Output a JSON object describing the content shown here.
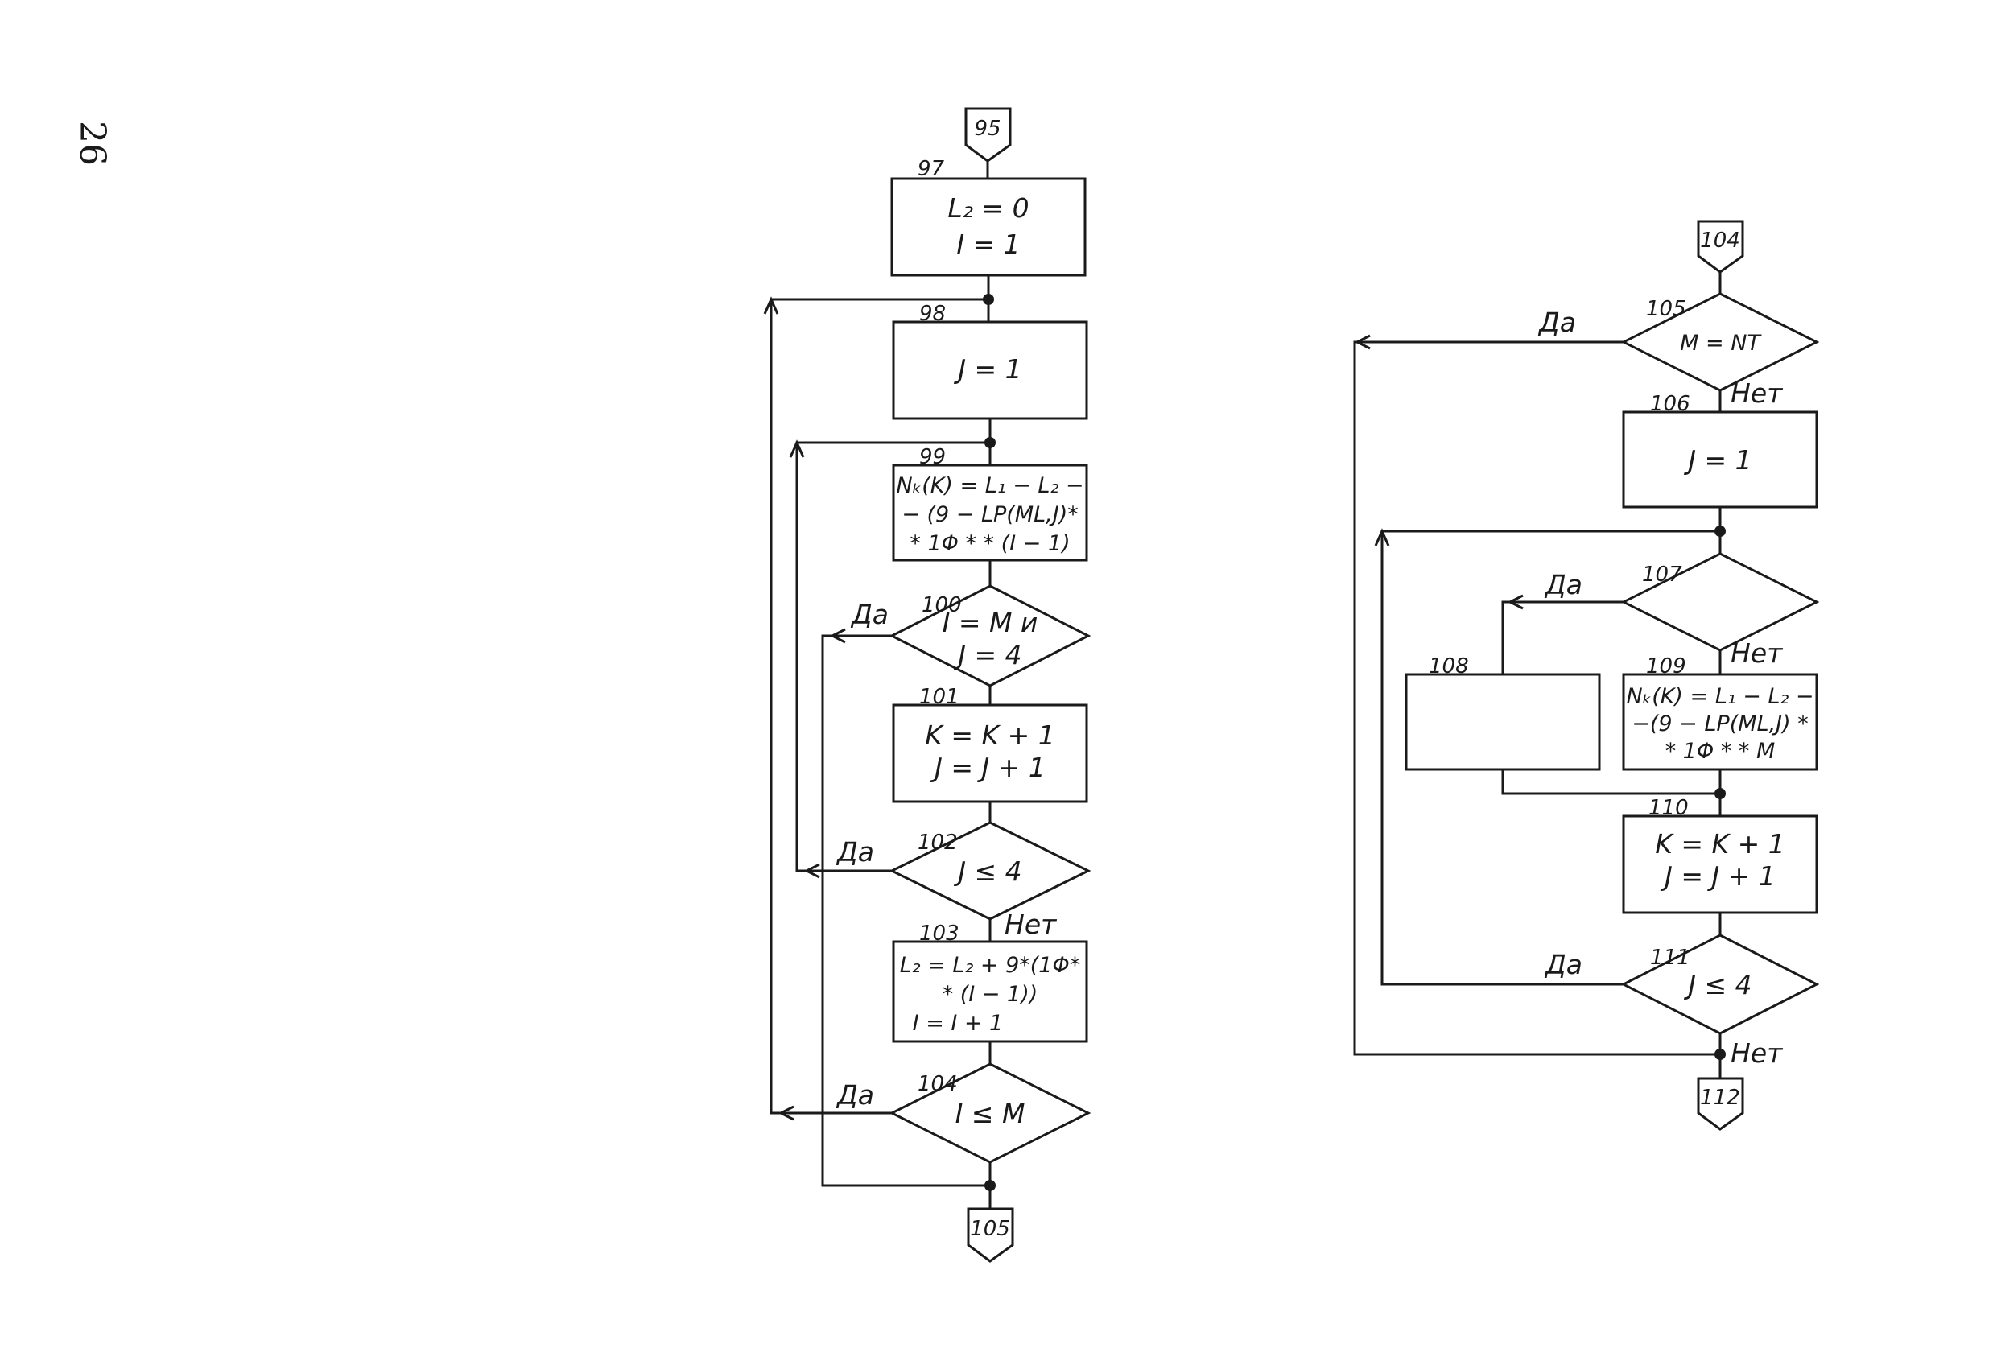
{
  "page": {
    "number": "26"
  },
  "labels": {
    "yes": "Да",
    "no": "Нет"
  },
  "connectors": {
    "c95": "95",
    "c105": "105",
    "c104": "104",
    "c112": "112"
  },
  "blocks": {
    "b97": {
      "num": "97",
      "lines": [
        "L₂ = 0",
        "I   = 1"
      ]
    },
    "b98": {
      "num": "98",
      "lines": [
        "J = 1"
      ]
    },
    "b99": {
      "num": "99",
      "lines": [
        "Nₖ(K) = L₁ − L₂ −",
        "− (9 − LP(ML,J)*",
        "* 1Φ * * (I − 1)"
      ]
    },
    "b100": {
      "num": "100",
      "lines": [
        "I = M и",
        "J = 4"
      ]
    },
    "b101": {
      "num": "101",
      "lines": [
        "K = K + 1",
        "J = J + 1"
      ]
    },
    "b102": {
      "num": "102",
      "lines": [
        "J ≤ 4"
      ]
    },
    "b103": {
      "num": "103",
      "lines": [
        "L₂ = L₂ + 9*(1Φ*",
        "* (I − 1))",
        "I = I + 1"
      ]
    },
    "b104": {
      "num": "104",
      "lines": [
        "I ≤ M"
      ]
    },
    "b105": {
      "num": "105",
      "lines": [
        "M = NT"
      ]
    },
    "b106": {
      "num": "106",
      "lines": [
        "J = 1"
      ]
    },
    "b107": {
      "num": "107",
      "lines": []
    },
    "b108": {
      "num": "108",
      "lines": []
    },
    "b109": {
      "num": "109",
      "lines": [
        "Nₖ(K) = L₁ − L₂ −",
        "−(9 − LP(ML,J) *",
        "* 1Φ * * M"
      ]
    },
    "b110": {
      "num": "110",
      "lines": [
        "K = K + 1",
        "J = J + 1"
      ]
    },
    "b111": {
      "num": "111",
      "lines": [
        "J ≤ 4"
      ]
    }
  }
}
